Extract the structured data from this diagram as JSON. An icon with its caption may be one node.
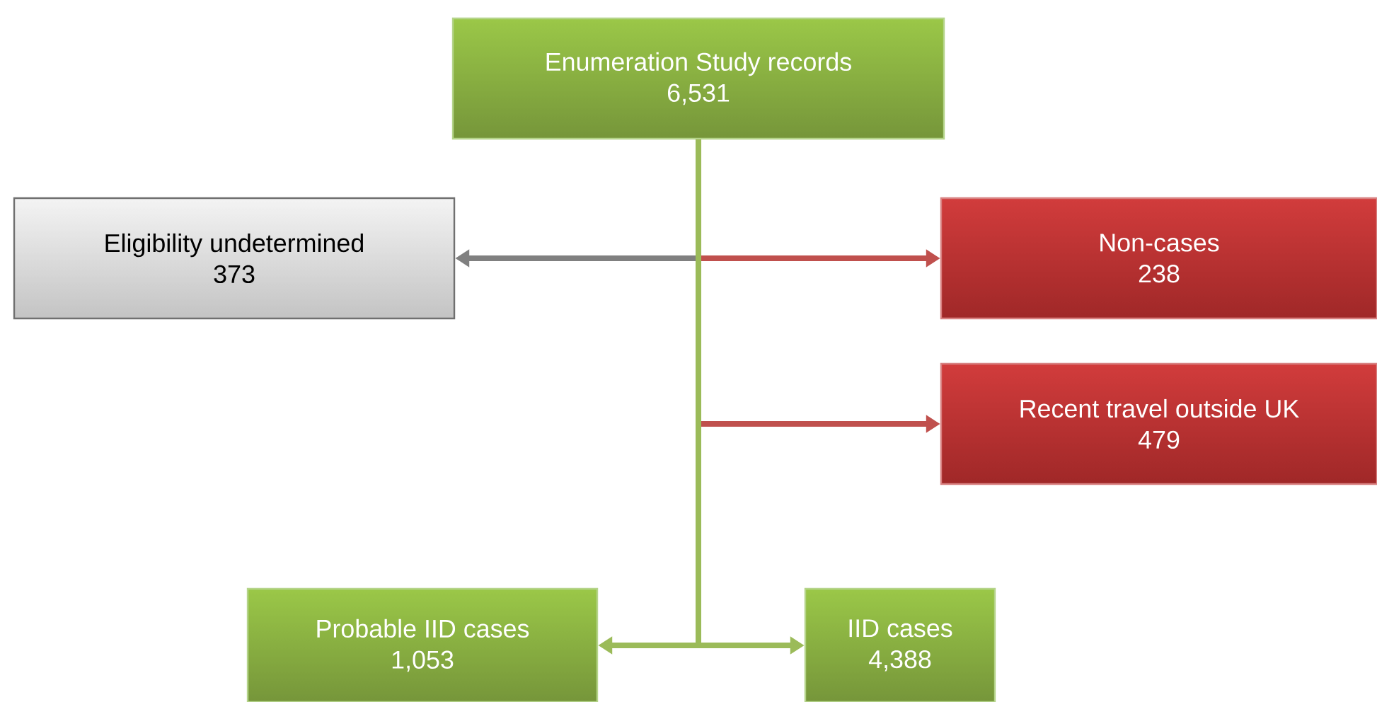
{
  "diagram": {
    "nodes": [
      {
        "text": [
          "Enumeration Study records",
          "6,531"
        ]
      },
      {
        "text": [
          "Eligibility undetermined",
          "373"
        ]
      },
      {
        "text": [
          "Non-cases",
          "238"
        ]
      },
      {
        "text": [
          "Recent travel outside UK",
          "479"
        ]
      },
      {
        "text": [
          "Probable IID cases",
          "1,053"
        ]
      },
      {
        "text": [
          "IID cases",
          "4,388"
        ]
      }
    ],
    "edges": [
      {
        "from": 0,
        "to": 1,
        "arrow": "to",
        "color": "#808080"
      },
      {
        "from": 0,
        "to": 2,
        "arrow": "to",
        "color": "#c0504d"
      },
      {
        "from": 0,
        "to": 3,
        "arrow": "to",
        "color": "#c0504d"
      },
      {
        "from": 0,
        "to": 4,
        "arrow": "to",
        "color": "#9bbb59"
      },
      {
        "from": 0,
        "to": 5,
        "arrow": "to",
        "color": "#9bbb59"
      }
    ]
  }
}
